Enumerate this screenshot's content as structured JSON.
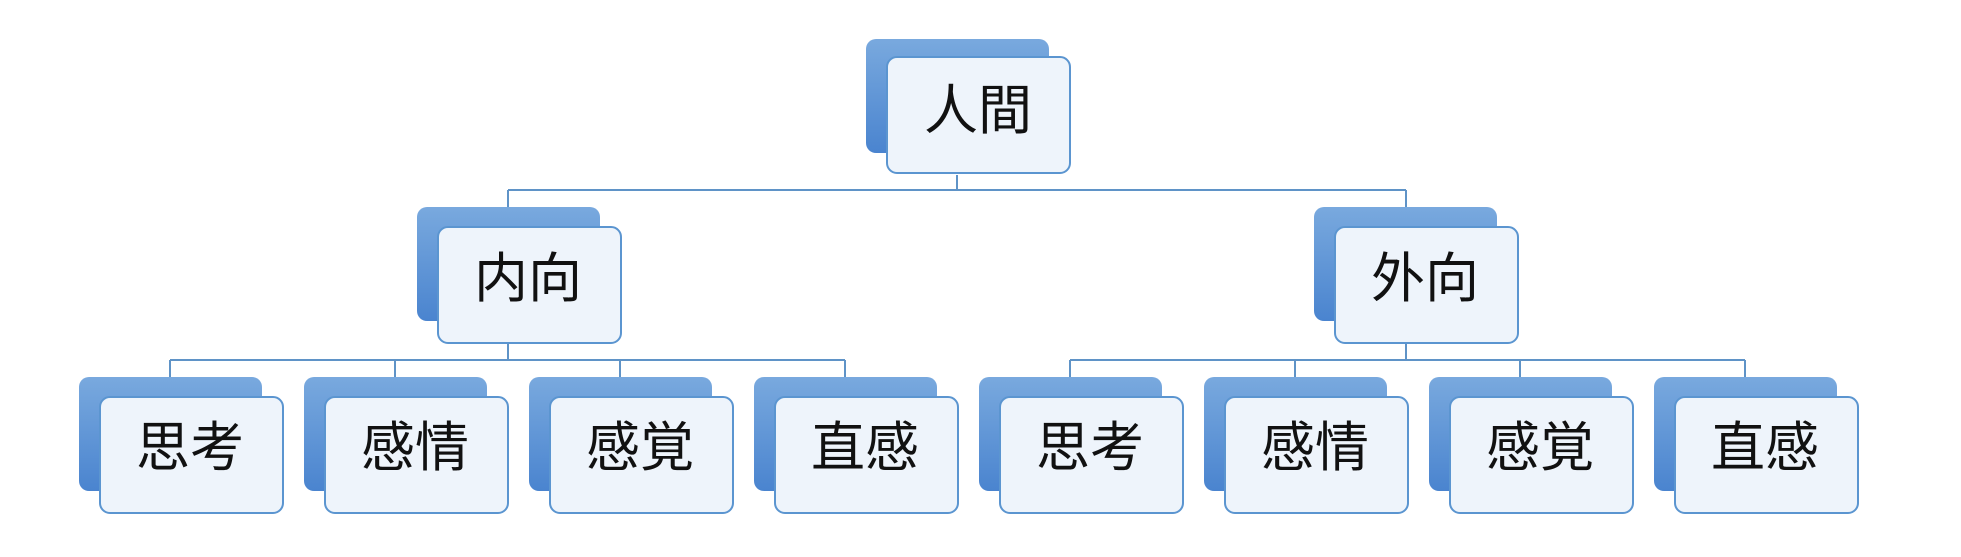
{
  "diagram": {
    "type": "hierarchy",
    "root": {
      "label": "人間",
      "children": [
        {
          "label": "内向",
          "children": [
            {
              "label": "思考"
            },
            {
              "label": "感情"
            },
            {
              "label": "感覚"
            },
            {
              "label": "直感"
            }
          ]
        },
        {
          "label": "外向",
          "children": [
            {
              "label": "思考"
            },
            {
              "label": "感情"
            },
            {
              "label": "感覚"
            },
            {
              "label": "直感"
            }
          ]
        }
      ]
    },
    "colors": {
      "back_card_top": "#79a9de",
      "back_card_bottom": "#4a84cf",
      "front_card_fill": "#eef4fb",
      "front_card_stroke": "#5b95d0",
      "connector": "#5f93c7",
      "text": "#111111"
    }
  }
}
